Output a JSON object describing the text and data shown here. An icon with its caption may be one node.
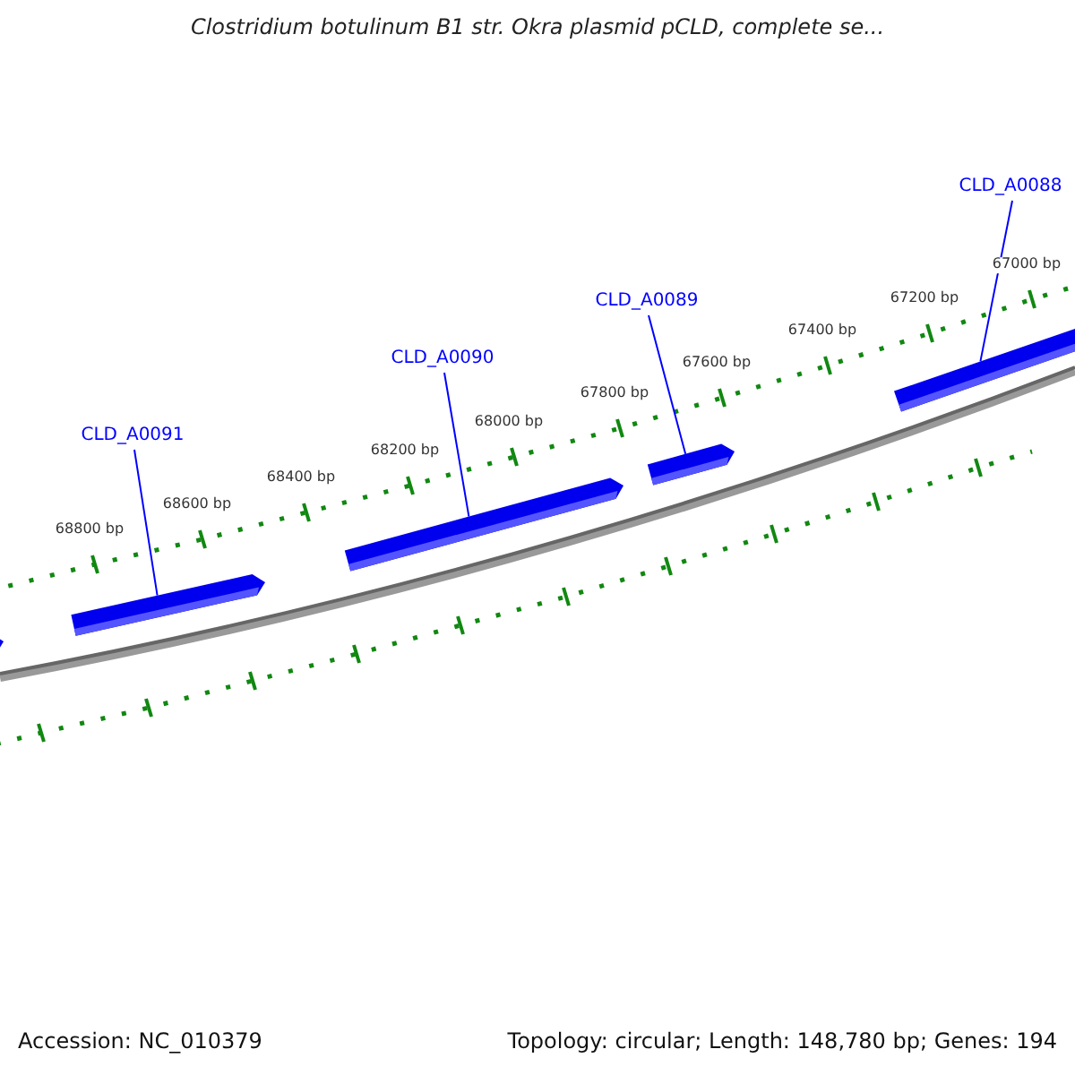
{
  "diagram": {
    "title": "Clostridium botulinum B1 str. Okra plasmid pCLD, complete se...",
    "nodes": [
      {
        "text": [
          "CLD_A0091"
        ]
      },
      {
        "text": [
          "CLD_A0090"
        ]
      },
      {
        "text": [
          "CLD_A0089"
        ]
      },
      {
        "text": [
          "CLD_A0088"
        ]
      },
      {
        "text": [],
        "shape": "bar"
      },
      {
        "text": [],
        "shape": "bar"
      },
      {
        "text": [],
        "shape": "bar"
      },
      {
        "text": [],
        "shape": "bar"
      },
      {
        "text": [],
        "shape": "bar"
      }
    ],
    "edges": [
      {
        "from": 0,
        "to": 5,
        "arrow": "none"
      },
      {
        "from": 1,
        "to": 6,
        "arrow": "none"
      },
      {
        "from": 2,
        "to": 7,
        "arrow": "none"
      },
      {
        "from": 3,
        "to": 8,
        "arrow": "none"
      }
    ],
    "labels": [
      "68800 bp",
      "68600 bp",
      "68400 bp",
      "68200 bp",
      "68000 bp",
      "67800 bp",
      "67600 bp",
      "67400 bp",
      "67200 bp",
      "67000 bp",
      "Accession: NC_010379",
      "Topology: circular; Length: 148,780 bp; Genes: 194"
    ]
  }
}
